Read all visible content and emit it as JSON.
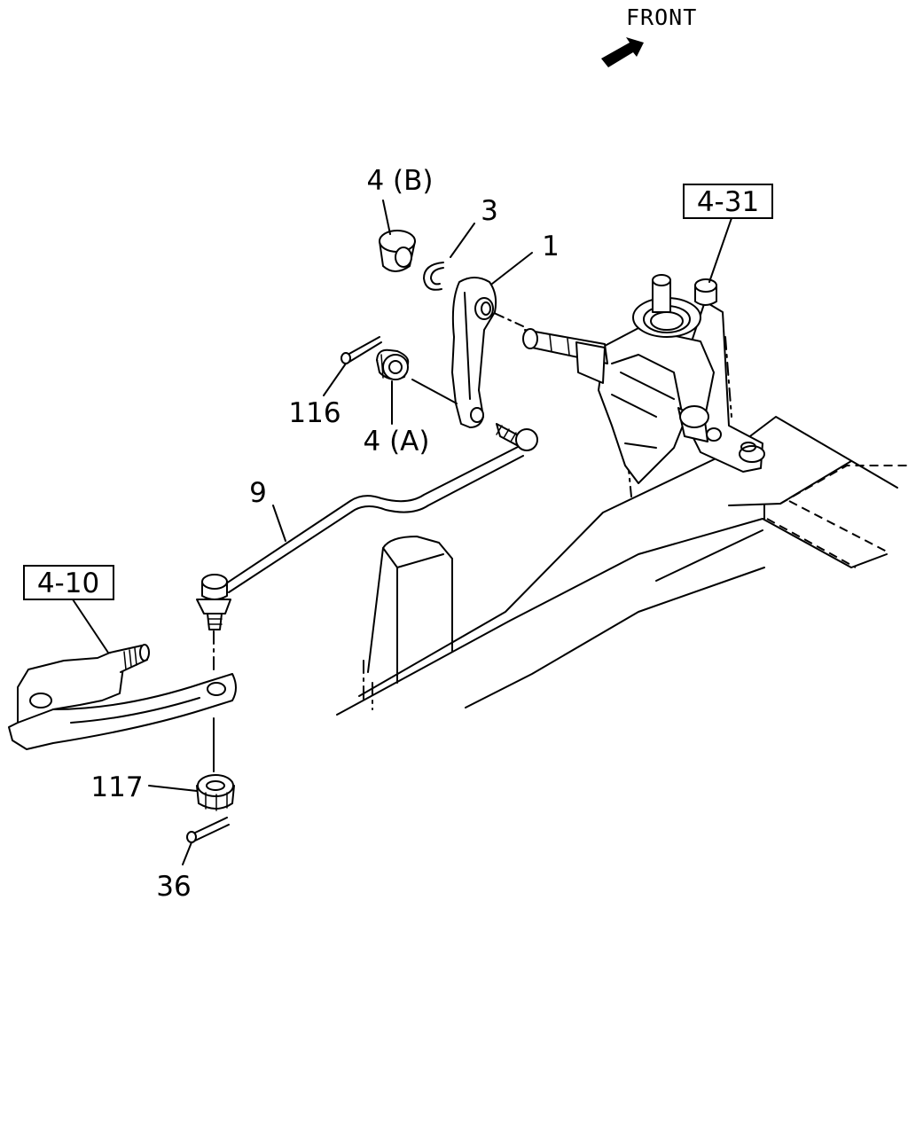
{
  "orientation": {
    "label": "FRONT",
    "arrow_icon": "front-direction-arrow-icon"
  },
  "references": {
    "steering_gear": "4-31",
    "knuckle": "4-10"
  },
  "callouts": {
    "nut_b": "4 (B)",
    "snap_ring": "3",
    "pitman_arm": "1",
    "cotter_pin_upper": "116",
    "nut_a": "4 (A)",
    "drag_link": "9",
    "castle_nut": "117",
    "cotter_pin_lower": "36"
  }
}
